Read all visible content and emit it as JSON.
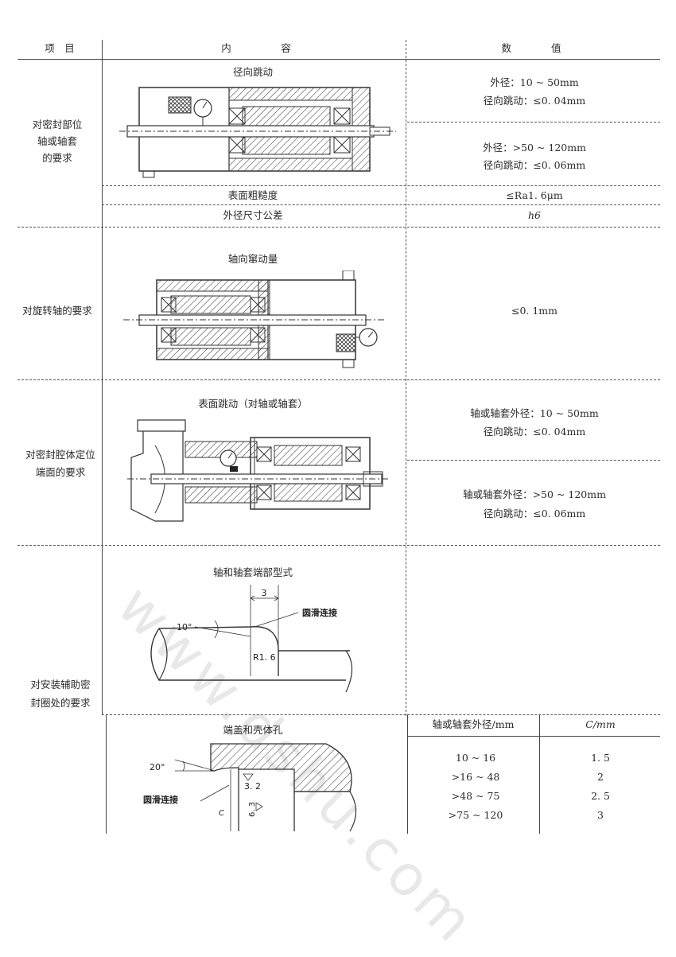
{
  "header": {
    "col1": "项　目",
    "col2": "内　　　　　容",
    "col3": "数　　　　值"
  },
  "row1": {
    "item": [
      "对密封部位",
      "轴或轴套",
      "的要求"
    ],
    "diagram_title": "径向跳动",
    "values_a": [
      "外径：10 ~ 50mm",
      "径向跳动：≤0. 04mm"
    ],
    "values_b": [
      "外径：>50 ~ 120mm",
      "径向跳动：≤0. 06mm"
    ],
    "roughness_label": "表面粗糙度",
    "roughness_value": "≤Ra1. 6μm",
    "tolerance_label": "外径尺寸公差",
    "tolerance_value": "h6"
  },
  "row2": {
    "item": "对旋转轴的要求",
    "diagram_title": "轴向窜动量",
    "value": "≤0. 1mm"
  },
  "row3": {
    "item": [
      "对密封腔体定位",
      "端面的要求"
    ],
    "diagram_title": "表面跳动（对轴或轴套）",
    "values_a": [
      "轴或轴套外径：10 ~ 50mm",
      "径向跳动：≤0. 04mm"
    ],
    "values_b": [
      "轴或轴套外径：>50 ~ 120mm",
      "径向跳动：≤0. 06mm"
    ]
  },
  "row4": {
    "item": [
      "对安装辅助密",
      "封圈处的要求"
    ],
    "diagram_title_a": "轴和轴套端部型式",
    "dim_3": "3",
    "angle_10": "10°",
    "smooth_a": "圆滑连接",
    "radius": "R1. 6",
    "diagram_title_b": "端盖和壳体孔",
    "angle_20": "20°",
    "rough_32": "3. 2",
    "rough_63": "6. 3",
    "smooth_b": "圆滑连接",
    "dim_c": "C",
    "table_headers": [
      "轴或轴套外径/mm",
      "C/mm"
    ],
    "table_rows": [
      [
        "10 ~ 16",
        "1. 5"
      ],
      [
        ">16 ~ 48",
        "2"
      ],
      [
        ">48 ~ 75",
        "2. 5"
      ],
      [
        ">75 ~ 120",
        "3"
      ]
    ]
  },
  "watermark": "www.dshu.com"
}
